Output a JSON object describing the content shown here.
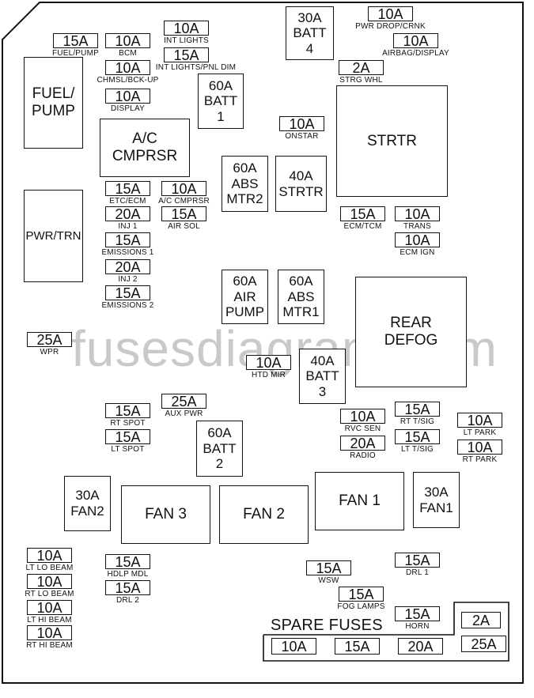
{
  "watermark": "fusesdiagram.com",
  "spare_title": "SPARE FUSES",
  "fuses": [
    {
      "id": "fuel-pump-fuse",
      "value": "15A",
      "label": "FUEL/PUMP"
    },
    {
      "id": "bcm-fuse",
      "value": "10A",
      "label": "BCM"
    },
    {
      "id": "int-lights-fuse",
      "value": "10A",
      "label": "INT LIGHTS"
    },
    {
      "id": "int-lights-pnl-dim-fuse",
      "value": "15A",
      "label": "INT LIGHTS/PNL DIM"
    },
    {
      "id": "chmsl-bck-up-fuse",
      "value": "10A",
      "label": "CHMSL/BCK-UP"
    },
    {
      "id": "display-fuse",
      "value": "10A",
      "label": "DISPLAY"
    },
    {
      "id": "pwr-drop-crnk-fuse",
      "value": "10A",
      "label": "PWR DROP/CRNK"
    },
    {
      "id": "airbag-display-fuse",
      "value": "10A",
      "label": "AIRBAG/DISPLAY"
    },
    {
      "id": "strg-whl-fuse",
      "value": "2A",
      "label": "STRG WHL"
    },
    {
      "id": "onstar-fuse",
      "value": "10A",
      "label": "ONSTAR"
    },
    {
      "id": "etc-ecm-fuse",
      "value": "15A",
      "label": "ETC/ECM"
    },
    {
      "id": "ac-cmprsr-fuse",
      "value": "10A",
      "label": "A/C CMPRSR"
    },
    {
      "id": "inj1-fuse",
      "value": "20A",
      "label": "INJ 1"
    },
    {
      "id": "air-sol-fuse",
      "value": "15A",
      "label": "AIR SOL"
    },
    {
      "id": "emissions1-fuse",
      "value": "15A",
      "label": "EMISSIONS 1"
    },
    {
      "id": "inj2-fuse",
      "value": "20A",
      "label": "INJ 2"
    },
    {
      "id": "emissions2-fuse",
      "value": "15A",
      "label": "EMISSIONS 2"
    },
    {
      "id": "ecm-tcm-fuse",
      "value": "15A",
      "label": "ECM/TCM"
    },
    {
      "id": "trans-fuse",
      "value": "10A",
      "label": "TRANS"
    },
    {
      "id": "ecm-ign-fuse",
      "value": "10A",
      "label": "ECM IGN"
    },
    {
      "id": "wpr-fuse",
      "value": "25A",
      "label": "WPR"
    },
    {
      "id": "htd-mir-fuse",
      "value": "10A",
      "label": "HTD MIR"
    },
    {
      "id": "aux-pwr-fuse",
      "value": "25A",
      "label": "AUX PWR"
    },
    {
      "id": "rt-spot-fuse",
      "value": "15A",
      "label": "RT SPOT"
    },
    {
      "id": "lt-spot-fuse",
      "value": "15A",
      "label": "LT SPOT"
    },
    {
      "id": "rvc-sen-fuse",
      "value": "10A",
      "label": "RVC SEN"
    },
    {
      "id": "radio-fuse",
      "value": "20A",
      "label": "RADIO"
    },
    {
      "id": "rt-tsig-fuse",
      "value": "15A",
      "label": "RT T/SIG"
    },
    {
      "id": "lt-tsig-fuse",
      "value": "15A",
      "label": "LT T/SIG"
    },
    {
      "id": "lt-park-fuse",
      "value": "10A",
      "label": "LT PARK"
    },
    {
      "id": "rt-park-fuse",
      "value": "10A",
      "label": "RT PARK"
    },
    {
      "id": "lt-lo-beam-fuse",
      "value": "10A",
      "label": "LT LO BEAM"
    },
    {
      "id": "rt-lo-beam-fuse",
      "value": "10A",
      "label": "RT LO BEAM"
    },
    {
      "id": "lt-hi-beam-fuse",
      "value": "10A",
      "label": "LT HI BEAM"
    },
    {
      "id": "rt-hi-beam-fuse",
      "value": "10A",
      "label": "RT HI BEAM"
    },
    {
      "id": "hdlp-mdl-fuse",
      "value": "15A",
      "label": "HDLP MDL"
    },
    {
      "id": "drl2-fuse",
      "value": "15A",
      "label": "DRL 2"
    },
    {
      "id": "wsw-fuse",
      "value": "15A",
      "label": "WSW"
    },
    {
      "id": "drl1-fuse",
      "value": "15A",
      "label": "DRL 1"
    },
    {
      "id": "fog-lamps-fuse",
      "value": "15A",
      "label": "FOG LAMPS"
    },
    {
      "id": "horn-fuse",
      "value": "15A",
      "label": "HORN"
    }
  ],
  "spare_fuses": [
    "10A",
    "15A",
    "20A",
    "2A",
    "25A"
  ],
  "relays": [
    {
      "id": "batt4-relay",
      "text": "30A\nBATT\n4"
    },
    {
      "id": "fuel-pump-relay",
      "text": "FUEL/\nPUMP"
    },
    {
      "id": "batt1-relay",
      "text": "60A\nBATT\n1"
    },
    {
      "id": "strtr-relay",
      "text": "STRTR"
    },
    {
      "id": "ac-cmprsr-relay",
      "text": "A/C\nCMPRSR"
    },
    {
      "id": "abs-mtr2-relay",
      "text": "60A\nABS\nMTR2"
    },
    {
      "id": "strtr-fuse-40a",
      "text": "40A\nSTRTR"
    },
    {
      "id": "pwr-trn-relay",
      "text": "PWR/TRN"
    },
    {
      "id": "air-pump-relay",
      "text": "60A\nAIR\nPUMP"
    },
    {
      "id": "abs-mtr1-relay",
      "text": "60A\nABS\nMTR1"
    },
    {
      "id": "rear-defog-relay",
      "text": "REAR\nDEFOG"
    },
    {
      "id": "batt3-relay",
      "text": "40A\nBATT\n3"
    },
    {
      "id": "batt2-relay",
      "text": "60A\nBATT\n2"
    },
    {
      "id": "fan2-relay",
      "text": "30A\nFAN2"
    },
    {
      "id": "fan3-relay",
      "text": "FAN 3"
    },
    {
      "id": "fan2-block",
      "text": "FAN 2"
    },
    {
      "id": "fan1-relay",
      "text": "FAN 1"
    },
    {
      "id": "fan1-fuse-30a",
      "text": "30A\nFAN1"
    }
  ]
}
